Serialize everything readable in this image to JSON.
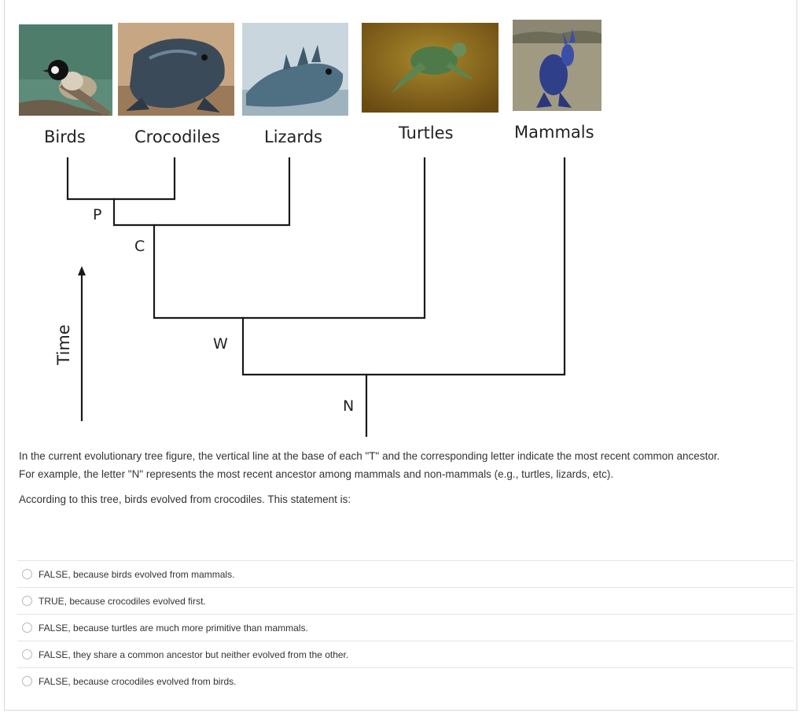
{
  "tree": {
    "taxa": [
      {
        "key": "birds",
        "label": "Birds",
        "photo_icon": "bird-photo"
      },
      {
        "key": "crocodiles",
        "label": "Crocodiles",
        "photo_icon": "crocodile-photo"
      },
      {
        "key": "lizards",
        "label": "Lizards",
        "photo_icon": "lizard-photo"
      },
      {
        "key": "turtles",
        "label": "Turtles",
        "photo_icon": "turtle-photo"
      },
      {
        "key": "mammals",
        "label": "Mammals",
        "photo_icon": "kangaroo-photo"
      }
    ],
    "nodes": {
      "p": "P",
      "c": "C",
      "w": "W",
      "n": "N"
    },
    "time_axis_label": "Time"
  },
  "question": {
    "intro_line1": "In the current evolutionary tree figure, the vertical line at the base of each \"T\" and the corresponding letter indicate the most recent common ancestor.",
    "intro_line2": "For example, the letter \"N\" represents the most recent ancestor among mammals and non-mammals (e.g., turtles, lizards, etc).",
    "prompt": "According to this tree, birds evolved from crocodiles. This statement is:",
    "choices": [
      "FALSE, because birds evolved from mammals.",
      "TRUE, because crocodiles evolved first.",
      "FALSE, because turtles are much more primitive than mammals.",
      "FALSE, they share a common ancestor but neither evolved from the other.",
      "FALSE, because crocodiles evolved from birds."
    ]
  },
  "colors": {
    "line": "#1a1a1a",
    "text": "#222222",
    "radio_border": "#b8b8b8"
  }
}
